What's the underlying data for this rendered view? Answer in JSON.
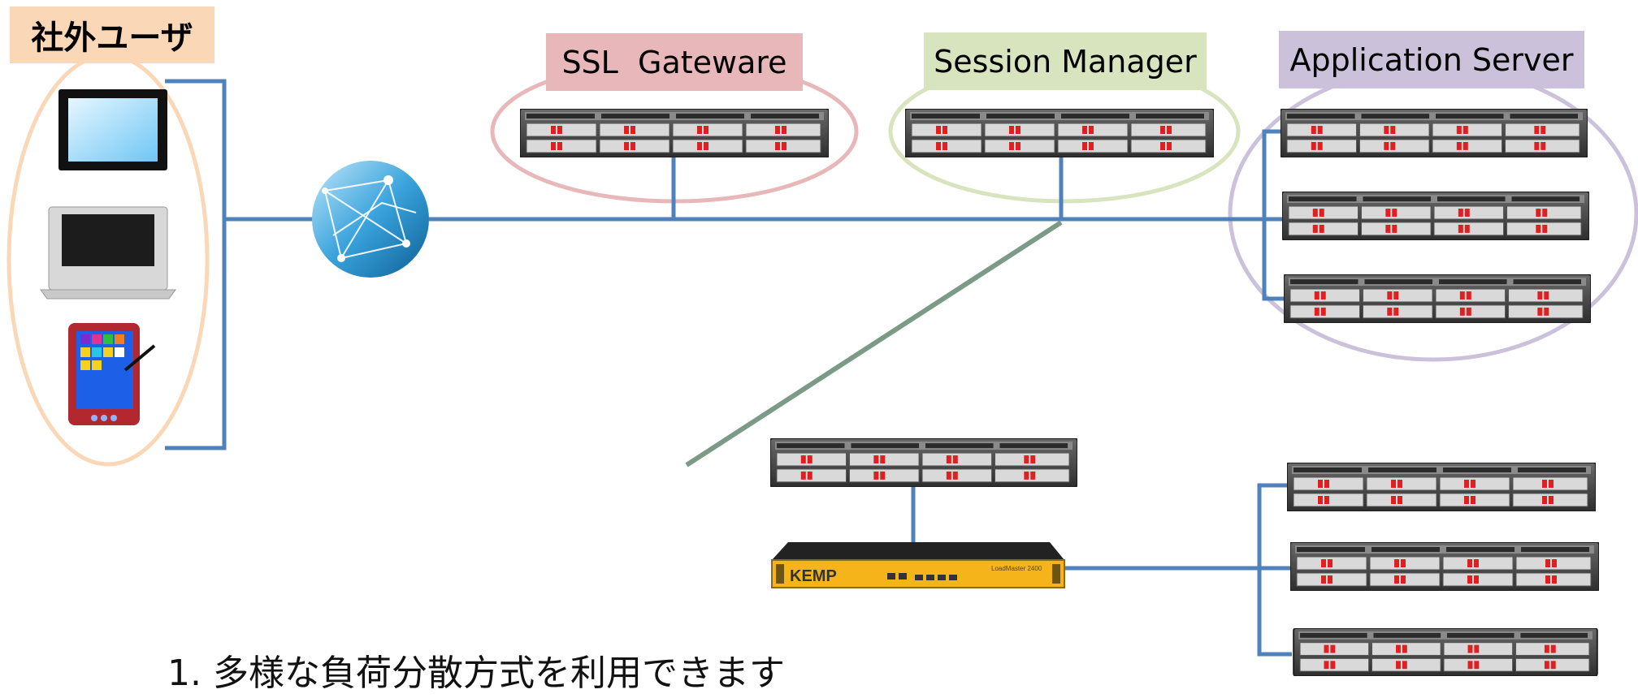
{
  "labels": {
    "external_users": "社外ユーザ",
    "ssl_gateway": "SSL  Gateware",
    "session_manager": "Session Manager",
    "application_server": "Application Server"
  },
  "kemp": {
    "brand": "KEMP",
    "model": "LoadMaster 2400"
  },
  "caption": "1. 多様な負荷分散方式を利用できます",
  "colors": {
    "link": "#4f81bd",
    "users_group": "#fad7b7",
    "ssl_group": "#e8b7b9",
    "session_group": "#d7e4bd",
    "app_group": "#ccc1da",
    "kemp_body": "#f4b41a"
  },
  "icons": [
    "monitor-icon",
    "laptop-icon",
    "tablet-icon",
    "internet-globe-icon",
    "rack-server-icon",
    "kemp-loadbalancer-icon"
  ]
}
